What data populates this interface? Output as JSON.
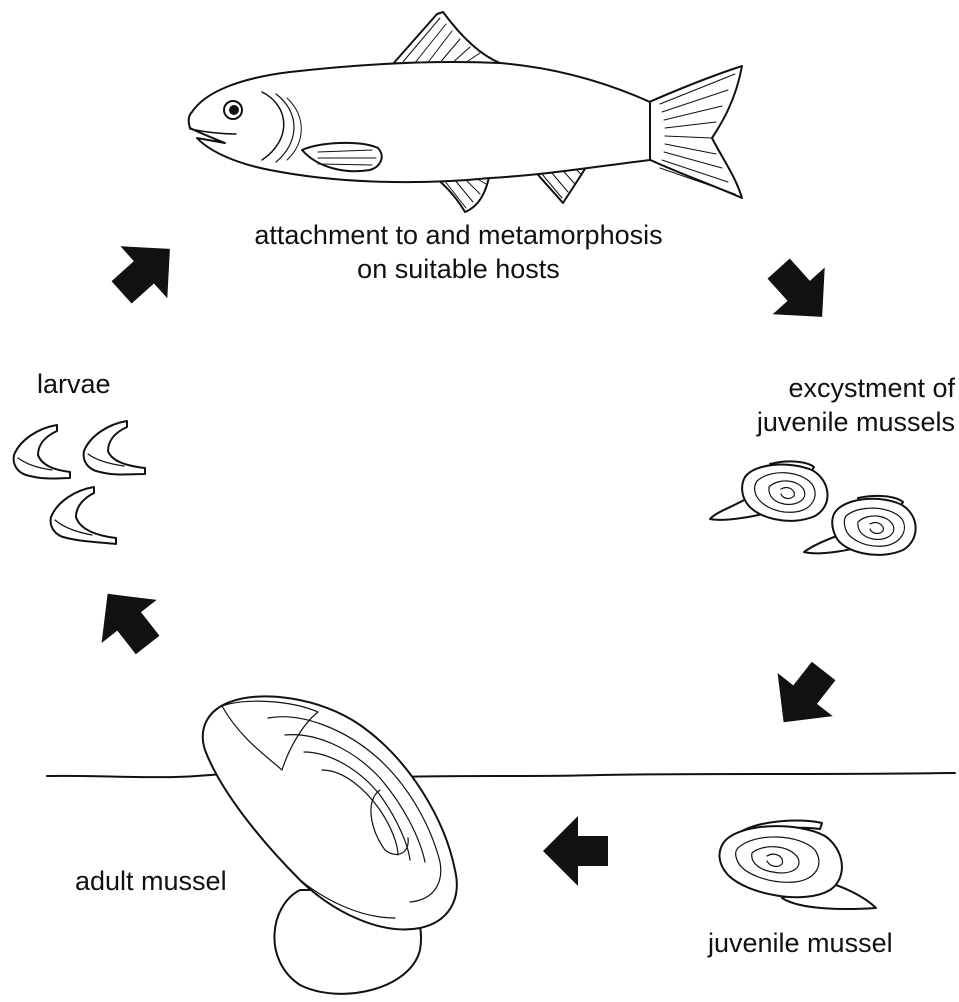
{
  "stages": {
    "host": {
      "line1": "attachment to and metamorphosis",
      "line2": "on suitable hosts"
    },
    "excystment": {
      "line1": "excystment of",
      "line2": "juvenile mussels"
    },
    "juvenile": {
      "label": "juvenile mussel"
    },
    "adult": {
      "label": "adult mussel"
    },
    "larvae": {
      "label": "larvae"
    }
  },
  "colors": {
    "stroke": "#111111",
    "arrow": "#111111",
    "background": "#ffffff"
  },
  "icons": [
    "host-fish-icon",
    "juvenile-mussel-icon",
    "adult-mussel-icon",
    "larva-icon",
    "cycle-arrow-icon"
  ]
}
